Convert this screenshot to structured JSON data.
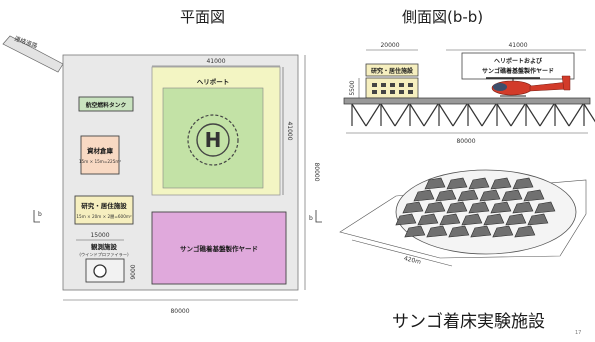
{
  "titles": {
    "plan": "平面図",
    "side": "側面図(b-b)",
    "facility": "サンゴ着床実験施設"
  },
  "plan": {
    "road": "連絡道路",
    "fuel": "航空燃料タンク",
    "heliport": "ヘリポート",
    "heliport_symbol": "H",
    "materials": "資材倉庫",
    "materials_size": "15m × 15m=225m²",
    "research": "研究・居住施設",
    "research_size": "15m × 20m × 2層=600m²",
    "observation": "観測施設",
    "observation_sub": "(ウインドプロファイラー)",
    "coral_yard": "サンゴ礁着基盤製作ヤード",
    "section_left": "b",
    "section_right": "b",
    "dims": {
      "heliport_width": "41000",
      "heliport_height": "41000",
      "total_height": "80000",
      "total_width": "80000",
      "obs_width": "15000",
      "obs_height": "9000"
    }
  },
  "side": {
    "dim_research": "20000",
    "dim_heliport": "41000",
    "dim_height": "5500",
    "dim_total": "80000",
    "research": "研究・居住施設",
    "heliport_line1": "ヘリポートおよび",
    "heliport_line2": "サンゴ礁着基盤製作ヤード"
  },
  "perspective": {
    "dim": "420m"
  },
  "page_number": "17",
  "colors": {
    "platform": "#e9e9e9",
    "heliport": "#f3f5c3",
    "heliport_pad": "#c3e2a6",
    "research": "#f6efbf",
    "materials": "#f8d9c3",
    "fuel": "#c9e3bf",
    "coral_yard": "#e0a9dc",
    "helicopter": "#d23b2a"
  }
}
